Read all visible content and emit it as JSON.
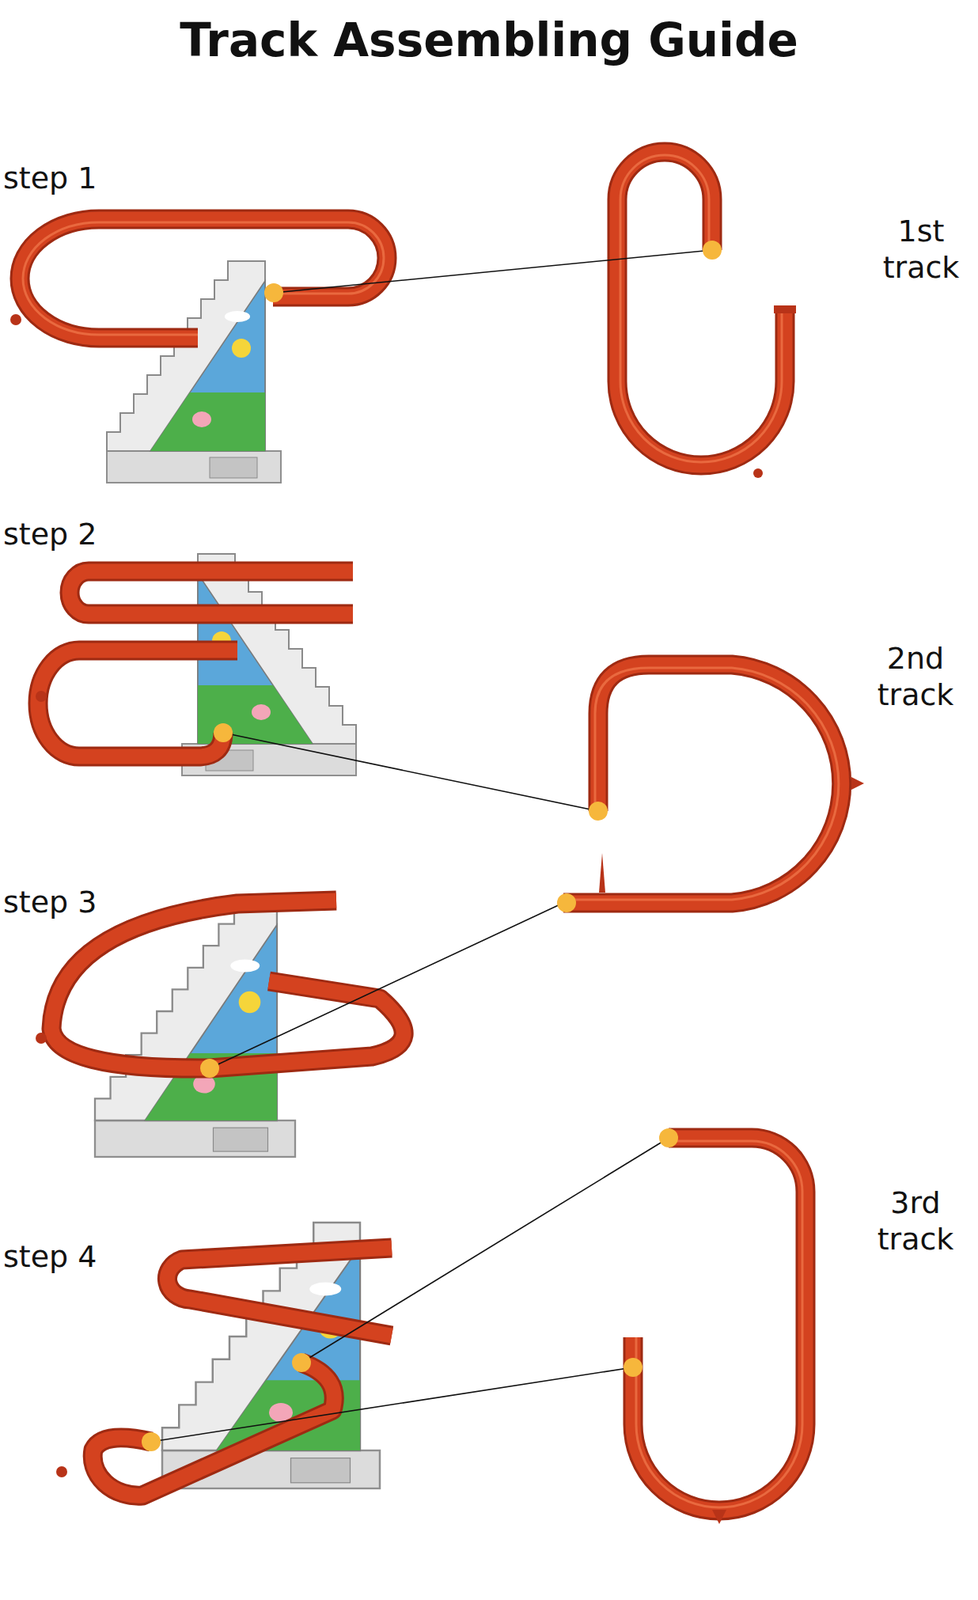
{
  "diagram": {
    "title": "Track Assembling Guide",
    "labels": [
      "step 1",
      "1st track",
      "step 2",
      "2nd track",
      "step 3",
      "step 4",
      "3rd track"
    ]
  }
}
